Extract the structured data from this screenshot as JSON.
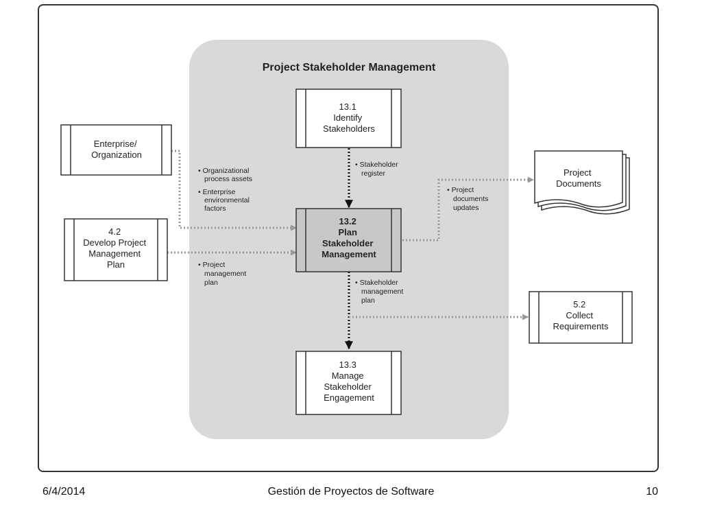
{
  "diagram": {
    "title": "Project Stakeholder Management",
    "processes": {
      "p131": {
        "lines": [
          "13.1",
          "Identify",
          "Stakeholders"
        ]
      },
      "p132": {
        "lines": [
          "13.2",
          "Plan",
          "Stakeholder",
          "Management"
        ]
      },
      "p133": {
        "lines": [
          "13.3",
          "Manage",
          "Stakeholder",
          "Engagement"
        ]
      },
      "p42": {
        "lines": [
          "4.2",
          "Develop Project",
          "Management",
          "Plan"
        ]
      },
      "p52": {
        "lines": [
          "5.2",
          "Collect",
          "Requirements"
        ]
      }
    },
    "externals": {
      "enterprise": {
        "lines": [
          "Enterprise/",
          "Organization"
        ]
      },
      "project_documents": {
        "lines": [
          "Project",
          "Documents"
        ]
      }
    },
    "flows": {
      "enterprise_inputs": [
        "• Organizational",
        "process assets",
        "• Enterprise",
        "environmental",
        "factors"
      ],
      "stakeholder_register": [
        "• Stakeholder",
        "register"
      ],
      "project_mgmt_plan": [
        "• Project",
        "management",
        "plan"
      ],
      "doc_updates": [
        "• Project",
        "documents",
        "updates"
      ],
      "stakeholder_mgmt_plan": [
        "• Stakeholder",
        "management",
        "plan"
      ]
    }
  },
  "footer": {
    "date": "6/4/2014",
    "title": "Gestión de Proyectos de Software",
    "page": "10"
  }
}
